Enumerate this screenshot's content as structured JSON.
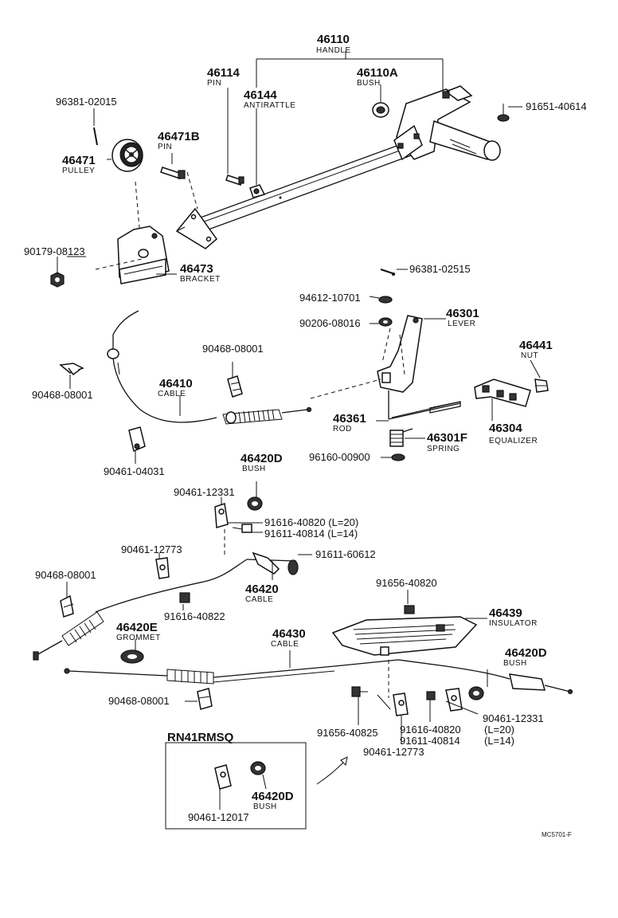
{
  "labels": {
    "handle_pn": "46110",
    "handle_nm": "HANDLE",
    "pin_pn": "46114",
    "pin_nm": "PIN",
    "antirattle_pn": "46144",
    "antirattle_nm": "ANTIRATTLE",
    "bush_a_pn": "46110A",
    "bush_a_nm": "BUSH",
    "bolt_91651": "91651-40614",
    "cotter_96381a": "96381-02015",
    "pin_b_pn": "46471B",
    "pin_b_nm": "PIN",
    "pulley_pn": "46471",
    "pulley_nm": "PULLEY",
    "nut_90179": "90179-08123",
    "bracket_pn": "46473",
    "bracket_nm": "BRACKET",
    "cotter_96381b": "96381-02515",
    "washer_94612": "94612-10701",
    "clip_90206": "90206-08016",
    "lever_pn": "46301",
    "lever_nm": "LEVER",
    "nut_46441_pn": "46441",
    "nut_46441_nm": "NUT",
    "clip_90468a": "90468-08001",
    "clip_90468b": "90468-08001",
    "cable_46410_pn": "46410",
    "cable_46410_nm": "CABLE",
    "rod_pn": "46361",
    "rod_nm": "ROD",
    "spring_pn": "46301F",
    "spring_nm": "SPRING",
    "equalizer_pn": "46304",
    "equalizer_nm": "EQUALIZER",
    "clamp_90461_04031": "90461-04031",
    "washer_96160": "96160-00900",
    "bush_d1_pn": "46420D",
    "bush_d1_nm": "BUSH",
    "clamp_90461_12331a": "90461-12331",
    "bolt_91616_40820a": "91616-40820 (L=20)",
    "bolt_91611_40814a": "91611-40814 (L=14)",
    "clamp_90461_12773a": "90461-12773",
    "bolt_91611_60612": "91611-60612",
    "clip_90468c": "90468-08001",
    "cable_46420_pn": "46420",
    "cable_46420_nm": "CABLE",
    "bolt_91616_40822": "91616-40822",
    "bolt_91656_40820": "91656-40820",
    "insulator_pn": "46439",
    "insulator_nm": "INSULATOR",
    "grommet_pn": "46420E",
    "grommet_nm": "GROMMET",
    "cable_46430_pn": "46430",
    "cable_46430_nm": "CABLE",
    "bush_d2_pn": "46420D",
    "bush_d2_nm": "BUSH",
    "clip_90468d": "90468-08001",
    "bolt_91656_40825": "91656-40825",
    "bolt_91616_40820b": "91616-40820",
    "bolt_91616_40820b_l": "(L=20)",
    "bolt_91611_40814b": "91611-40814",
    "bolt_91611_40814b_l": "(L=14)",
    "clamp_90461_12773b": "90461-12773",
    "clamp_90461_12331b": "90461-12331",
    "variant_title": "RN41RMSQ",
    "clamp_90461_12017": "90461-12017",
    "bush_d3_pn": "46420D",
    "bush_d3_nm": "BUSH",
    "figure_code": "MC5701-F"
  },
  "icons": [
    "handle-lever-drawing",
    "pulley-drawing",
    "bracket-drawing",
    "lever-drawing",
    "cable-drawing",
    "equalizer-drawing",
    "insulator-drawing",
    "bolt-drawing",
    "clamp-drawing",
    "bush-drawing",
    "grommet-drawing",
    "arrow-icon"
  ]
}
